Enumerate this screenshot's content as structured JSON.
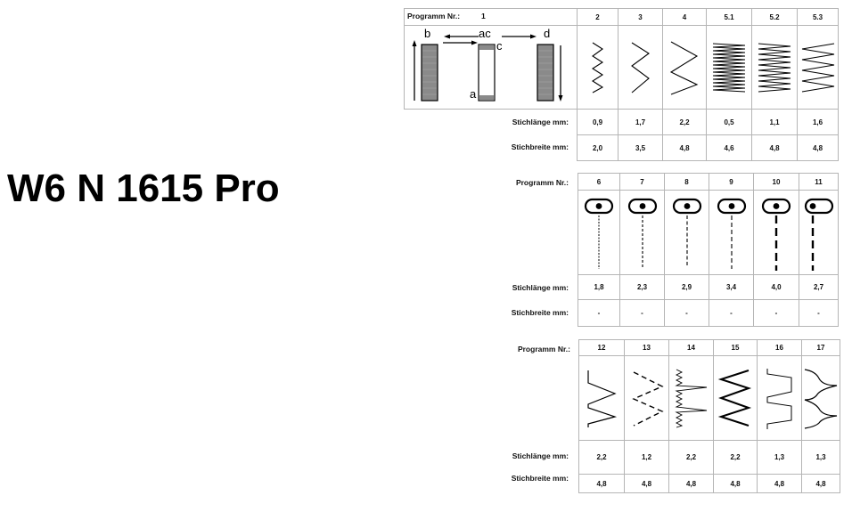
{
  "title": "W6 N 1615 Pro",
  "row_labels": {
    "program": "Programm Nr.:",
    "length": "Stichlänge mm:",
    "width": "Stichbreite mm:"
  },
  "table1": {
    "first_program": "1",
    "diagram_labels": {
      "b": "b",
      "ac": "ac",
      "c": "c",
      "d": "d",
      "a": "a"
    },
    "columns": [
      {
        "program": "2",
        "length": "0,9",
        "width": "2,0",
        "icon": "zigzag-narrow-icon"
      },
      {
        "program": "3",
        "length": "1,7",
        "width": "3,5",
        "icon": "zigzag-medium-icon"
      },
      {
        "program": "4",
        "length": "2,2",
        "width": "4,8",
        "icon": "zigzag-wide-icon"
      },
      {
        "program": "5.1",
        "length": "0,5",
        "width": "4,6",
        "icon": "satin-dense-icon"
      },
      {
        "program": "5.2",
        "length": "1,1",
        "width": "4,8",
        "icon": "satin-medium-icon"
      },
      {
        "program": "5.3",
        "length": "1,6",
        "width": "4,8",
        "icon": "satin-loose-icon"
      }
    ]
  },
  "table2": {
    "columns": [
      {
        "program": "6",
        "length": "1,8",
        "width": "-",
        "icon": "straight-stitch-icon"
      },
      {
        "program": "7",
        "length": "2,3",
        "width": "-",
        "icon": "straight-stitch-icon"
      },
      {
        "program": "8",
        "length": "2,9",
        "width": "-",
        "icon": "straight-stitch-icon"
      },
      {
        "program": "9",
        "length": "3,4",
        "width": "-",
        "icon": "straight-stitch-icon"
      },
      {
        "program": "10",
        "length": "4,0",
        "width": "-",
        "icon": "straight-stitch-long-icon"
      },
      {
        "program": "11",
        "length": "2,7",
        "width": "-",
        "icon": "straight-stitch-left-icon"
      }
    ]
  },
  "table3": {
    "columns": [
      {
        "program": "12",
        "length": "2,2",
        "width": "4,8",
        "icon": "blind-hem-icon"
      },
      {
        "program": "13",
        "length": "1,2",
        "width": "4,8",
        "icon": "dashed-zigzag-icon"
      },
      {
        "program": "14",
        "length": "2,2",
        "width": "4,8",
        "icon": "stretch-blind-hem-icon"
      },
      {
        "program": "15",
        "length": "2,2",
        "width": "4,8",
        "icon": "triple-zigzag-icon"
      },
      {
        "program": "16",
        "length": "1,3",
        "width": "4,8",
        "icon": "shell-stitch-icon"
      },
      {
        "program": "17",
        "length": "1,3",
        "width": "4,8",
        "icon": "scallop-stitch-icon"
      }
    ]
  },
  "colors": {
    "border": "#b5b5b5",
    "text": "#111111",
    "bar_fill": "#8a8a8a"
  }
}
